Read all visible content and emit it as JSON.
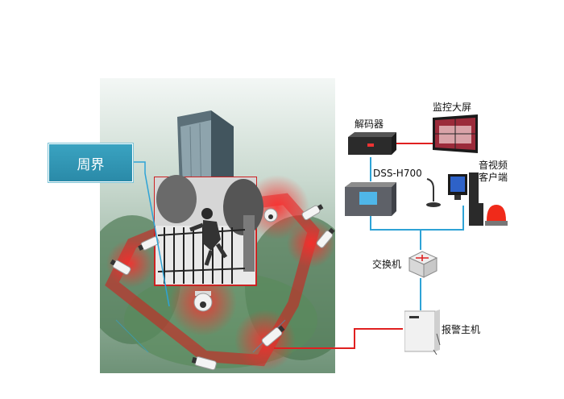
{
  "callout": {
    "label": "周界"
  },
  "devices": {
    "decoder": "解码器",
    "video_wall": "监控大屏",
    "platform": "DSS-H700",
    "av_client_line1": "音视频",
    "av_client_line2": "客户端",
    "switch": "交换机",
    "alarm_host": "报警主机"
  },
  "colors": {
    "network_line": "#2ea3d6",
    "video_line": "#e02020",
    "callout_fill": "#2f95b3",
    "coverage": "#d81818"
  },
  "icons": [
    "cctv-camera-icon",
    "ptz-dome-camera-icon",
    "decoder-icon",
    "video-wall-icon",
    "server-icon",
    "pc-client-icon",
    "alarm-light-icon",
    "network-switch-icon",
    "alarm-host-icon"
  ]
}
